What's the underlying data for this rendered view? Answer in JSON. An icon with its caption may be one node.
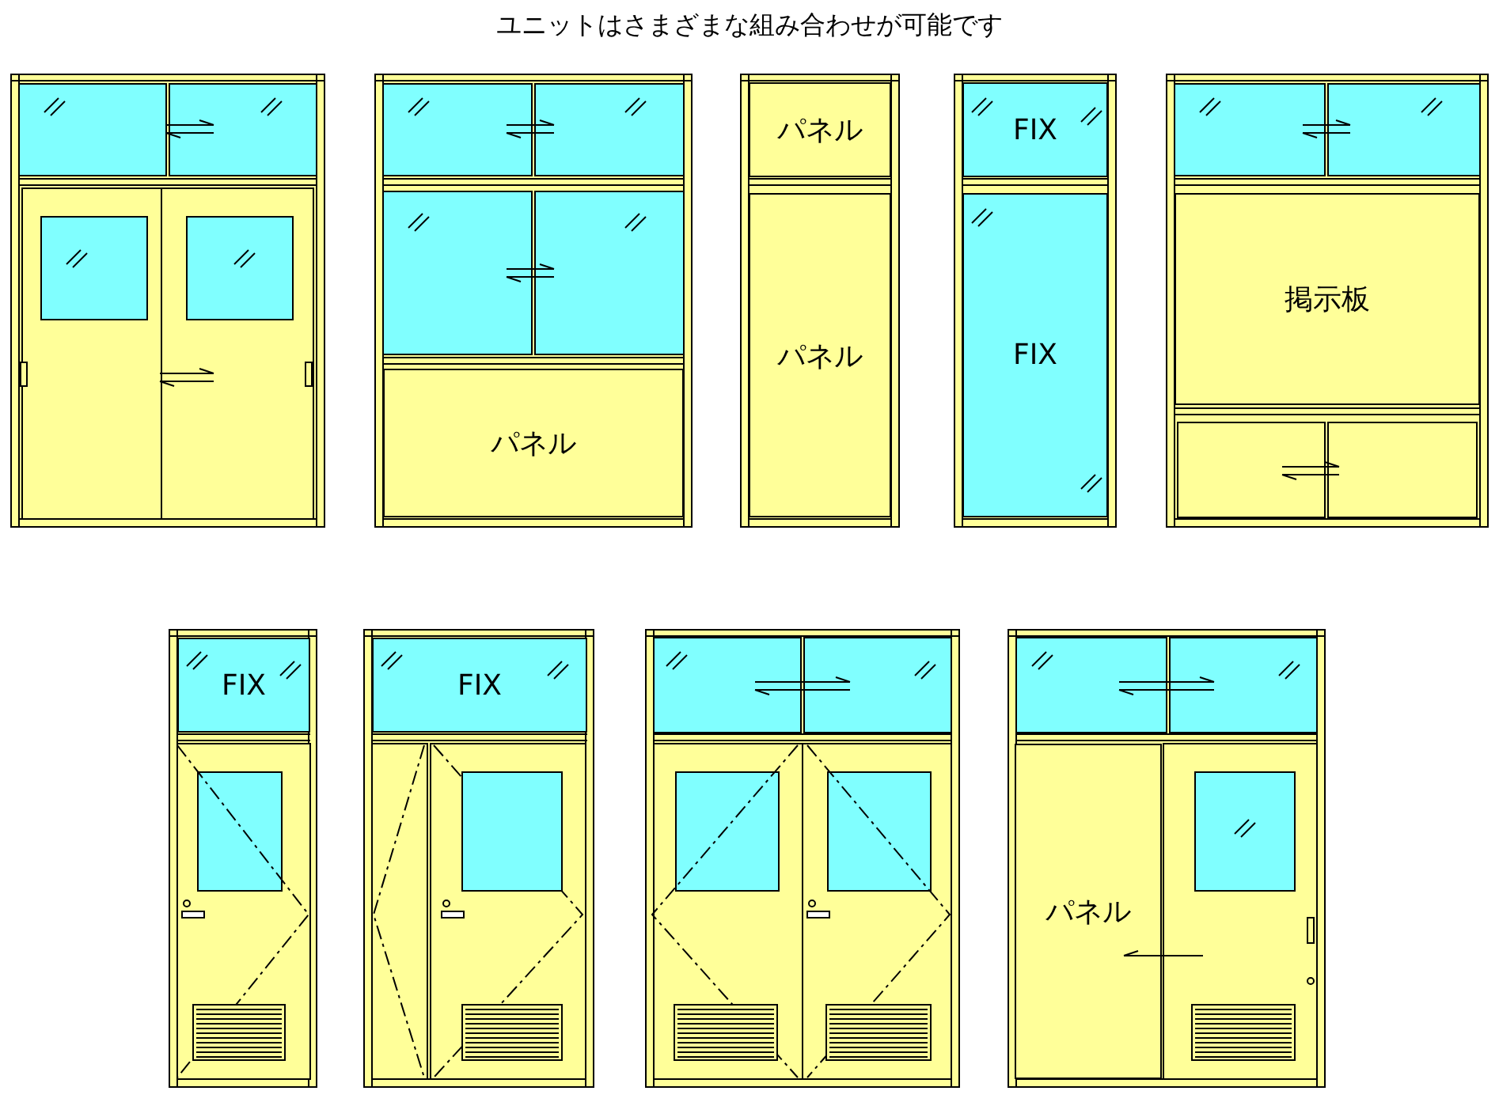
{
  "diagram": {
    "title": "ユニットはさまざまな組み合わせが可能です",
    "nodes": [
      {
        "text": [
          "パネル"
        ]
      },
      {
        "text": [
          "パネル"
        ]
      },
      {
        "text": [
          "パネル"
        ]
      },
      {
        "text": [
          "FIX"
        ]
      },
      {
        "text": [
          "FIX"
        ]
      },
      {
        "text": [
          "掲示板"
        ]
      },
      {
        "text": [
          "FIX"
        ]
      },
      {
        "text": [
          "FIX"
        ]
      },
      {
        "text": [
          "パネル"
        ]
      }
    ]
  }
}
